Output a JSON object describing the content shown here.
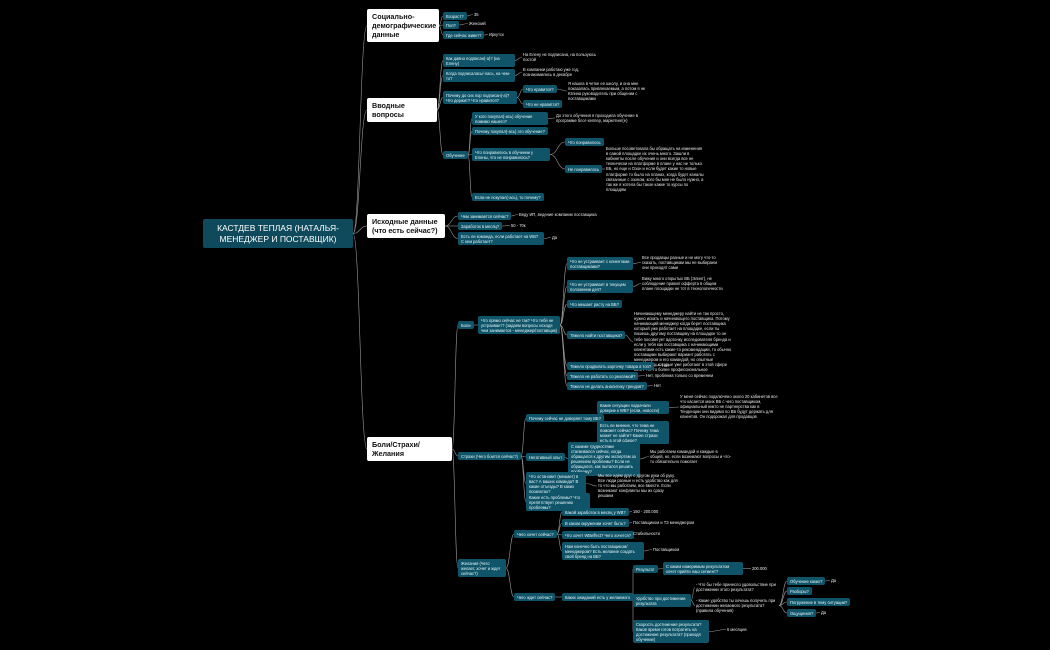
{
  "root": "КАСТДЕВ ТЕПЛАЯ (НАТАЛЬЯ- МЕНЕДЖЕР И ПОСТАВЩИК)",
  "colors": {
    "background": "#000000",
    "question_node": "#0f5468",
    "root_node": "#0f4a5c",
    "category_node": "#ffffff",
    "link": "#9a9a9a"
  },
  "categories": {
    "socio": "Социально-демографические данные",
    "intro": "Вводные вопросы",
    "current": "Исходные данные (что есть сейчас?)",
    "pains": "Боли/Страхи/Желания"
  },
  "socio": {
    "age_q": "Возраст?",
    "age_a": "35",
    "sex_q": "Пол?",
    "sex_a": "Женский",
    "city_q": "Где сейчас живет?",
    "city_a": "Иркутск"
  },
  "intro": {
    "how_q": "Как давно подписан(-а)? (на Елену)",
    "how_a": "На Елену не подписана, на пользуюсь постой",
    "work_q": "Когда подписалась/-лась, на чем-то?",
    "work_a": "В компании работаю уже год, познакомились в декабре",
    "why_q": "Почему до сих пор подписан(-а)? Что держит? Что нравится?",
    "like_q": "Что нравится?",
    "like_a": "Я нашла в четке ее школу, и она мне показалась привлекаемым, а потом я не Юлина руководитель при общении с поставщиками",
    "dislike_q": "Что не нравится?",
    "edu_q": "Обучение",
    "bought_q": "У кого покупал(-ась) обучение помимо нашего?",
    "bought_a": "До этого обучения я проходила обучение в программе блог-хелпер, маркетинг(е)",
    "why_bought_q": "Почему покупал(-ась) это обучение?",
    "liked_edu_q": "Что понравилось в обучении у Елены, что не понравилось?",
    "liked_edu_yes": "Что понравилось",
    "liked_edu_no": "Не понравилось",
    "liked_edu_a": "Больше посоветовала бы обращать на изменения в самой площадке их очень много. Зашли в кабинеты после обучения и они всегда все не технически на платформе в плане у нас не только ВБ, но еще и Озон и если будет какие то новые платформе то было на планах, когда будет каналы связанные с озоном, кого бы мне не было нужно, а так же я хотела бы такое какие то курсы по площадям",
    "would_buy_q": "Если не покупал(-ась), то почему?"
  },
  "current": {
    "job_q": "Чем занимается сейчас?",
    "job_a": "Веду ИП, ведение компании поставщика",
    "income_q": "Заработок в месяц?",
    "income_a": "50 - 70к",
    "team_q": "Есть ли команда, если работает на WB? С кем работает?",
    "team_a": "Да"
  },
  "pains": {
    "pain_q": "Боли",
    "pain_main_q": "Что прямо сейчас не так? Что тебя не устраивает? (задаем вопросы исходя чем занимается - менеджер/поставщик)",
    "p1_q": "Что не устраивает с клиентами поставщиками?",
    "p1_a": "Все продавцы разные и не могу что-то сказать, поставщикам мы не выбираем они приходят сами",
    "p2_q": "Что не устраивает в текущем положении дел?",
    "p2_a": "Вижу много открытых ВБ (Элинт), не соблюдение правил офферта в общем плане площадки не тот в технологичности",
    "p3_q": "Что мешает расту на ВБ?",
    "p4_q": "Тяжело найти поставщика?",
    "p4_a": "Начинающему менеджеру найти не так просто, нужно искать и начинающего поставщика. Потому начинающий менеджер когда берет поставщика который уже работает на площадке, если ты пишешь другому поставщику на площадке то он тебе посоветует вдогонку исследователя бренда и если у тебя как поставщика с начинающими клиентами есть какие-то рекомендации, то обычно поставщики выбирают вариант работать с менеджером и его командой, но опытные поставщики которые уже работают в этой сфере хотят что-то более профессиональное",
    "p5_q": "Тяжело продвигать карточку товара в топ?",
    "p5_a": "Нет",
    "p6_q": "Тяжело не работать со рекламой?",
    "p6_a": "Нет, проблема только со временем",
    "p7_q": "Тяжело не делать аналитику трендов?",
    "p7_a": "Нет",
    "fears_q": "Страхи (Чего боится сейчас?)",
    "f1_q": "Почему сейчас не доверяет тому ВБ?",
    "f1_1_q": "Какие ситуации подкачали доверие к WB? (если, новости)",
    "f1_1_a": "У меня сейчас подключено около 20 кабинетов все что касается моих ВБ с чего поставщиком, официальный никто не партнерства как в Тенденции они видимо по ВБ будут держать для клиентов. Он подорожал для продавцов",
    "f1_2_q": "Есть ли мнение, что тема не поможет сейчас? Почему тема может не зайти? Какие страхи есть в этой сфере?",
    "f2_q": "Негативный опыт",
    "f2_1_q": "С какими трудностями сталкивался сейчас, когда обращался к другим экспертам за решением проблемы? Если не обращался, как пытался решить проблему?",
    "f2_1_a": "Мы работаем командой и каждые в общей, но, если возникают вопросы и что-то обязательно помогает",
    "f3_q": "Что остановит (мешает) в вас? А ваших команда? В какие отъезды? В каких продуктах?",
    "f3_a": "Мы все идем друг с другом руки об руку. Все люди разные и есть удобство как для то что мы работаем, все вместе. Если возникают конфликты мы их сразу решаем",
    "f4_q": "Какие есть проблемы? Что препятствует решению проблемы?",
    "wants_q": "Желания (Чего желает, хочет и ждет сейчас?)",
    "w1_q": "Чего хочет сейчас?",
    "w1_1_q": "Какой заработок в месяц у WB?",
    "w1_1_a": "150 - 200.000",
    "w1_2_q": "В каком окружении хочет быть?",
    "w1_2_a": "Поставщиком и ТЗ менеджером",
    "w1_3_q": "Что хочет WBeffect? Чего хочется?",
    "w1_3_a": "Стабильности",
    "w1_4_q": "Нам конечно быть поставщиком/менеджером? Есть желание создать свой бренд на ВБ?",
    "w1_4_a": "Поставщиком",
    "w2_q": "Чего ждет сейчас?",
    "w2_1_q": "Каких ожиданий есть у желаемого",
    "res_q": "Результат",
    "res_1_q": "С каким измеримым результатом хочет прийти наш сегмент?",
    "res_1_a": "200.000",
    "ach_q": "Удобство при достижении результата",
    "ach_1_q": "- Что бы тебе принесло удовольствие при достижении этого результата?",
    "ach_2_q": "- Какие удобство ты хочешь получить при достижении желаемого результата? (правила обучения)",
    "ach_o1": "Обучение каких?",
    "ach_o1_a": "Да",
    "ach_o2": "Разборы?",
    "ach_o3": "Погружение в тему ситуации?",
    "ach_o4": "Ощущения?",
    "ach_o4_a": "Да",
    "speed_q": "Скорость достижения результата? Какое время готов потратить на достижение результата? (приходя обучение)",
    "speed_a": "6 месяцев"
  }
}
